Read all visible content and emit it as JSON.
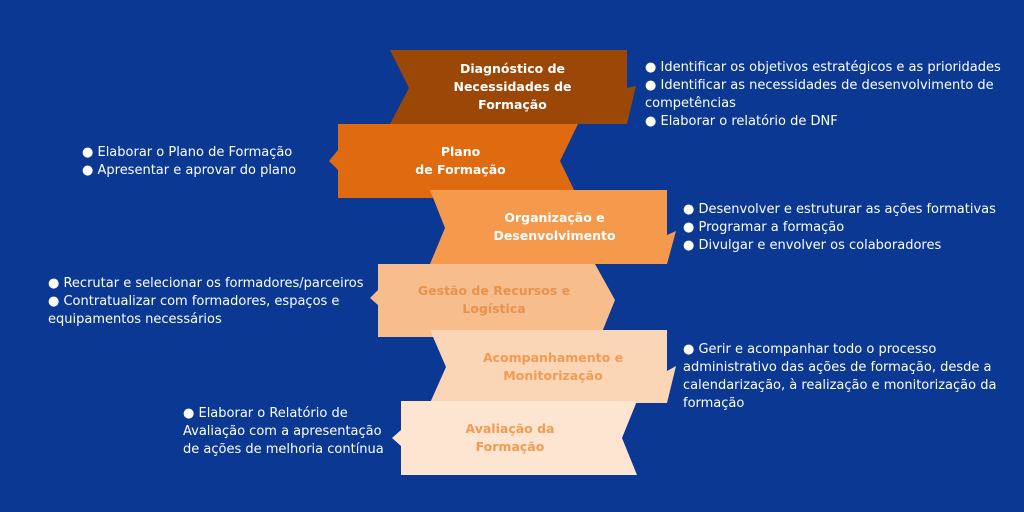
{
  "colors": {
    "background": "#0a3893",
    "step_fills": [
      "#9a4708",
      "#e06a10",
      "#f59a4c",
      "#f8bd8c",
      "#fbd6b6",
      "#fde5d2"
    ],
    "step_text": [
      "#ffffff",
      "#ffffff",
      "#ffffff",
      "#e8924c",
      "#f29b52",
      "#f29b52"
    ],
    "note_text": "#ffffff"
  },
  "steps": [
    {
      "label": "Diagnóstico de\nNecessidades de\nFormação",
      "notes": [
        "Identificar os objetivos estratégicos e as prioridades",
        "Identificar as necessidades de desenvolvimento de competências",
        "Elaborar o relatório de DNF"
      ]
    },
    {
      "label": "Plano\nde Formação",
      "notes": [
        "Elaborar o Plano de Formação",
        "Apresentar e aprovar do plano"
      ]
    },
    {
      "label": "Organização e\nDesenvolvimento",
      "notes": [
        "Desenvolver e estruturar as ações formativas",
        "Programar a formação",
        "Divulgar e envolver os colaboradores"
      ]
    },
    {
      "label": "Gestão de Recursos e\nLogística",
      "notes": [
        "Recrutar e selecionar os formadores/parceiros",
        "Contratualizar com formadores, espaços e equipamentos necessários"
      ]
    },
    {
      "label": "Acompanhamento e\nMonitorização",
      "notes": [
        "Gerir e acompanhar todo o processo administrativo das ações de formação, desde a calendarização, à realização e monitorização da formação"
      ]
    },
    {
      "label": "Avaliação da\nFormação",
      "notes": [
        "Elaborar o Relatório de Avaliação com a apresentação de ações de melhoria contínua"
      ]
    }
  ]
}
